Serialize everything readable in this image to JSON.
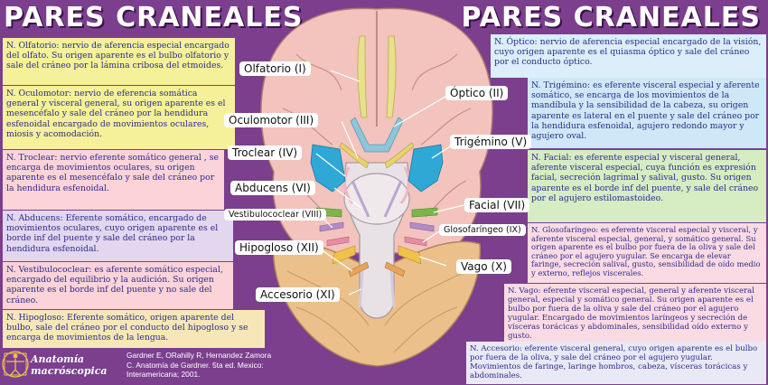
{
  "title_left": "PARES CRANEALES",
  "title_right": "PARES CRANEALES",
  "left_boxes": [
    {
      "text": "N. Olfatorio: nervio de aferencia especial encargado del olfato. Su origen aparente es el bulbo olfatorio y sale del cráneo por la lámina cribosa del etmoides."
    },
    {
      "text": "N. Oculomotor: nervio de eferencia somática general y visceral general, su origen aparente es el mesencéfalo y sale del cráneo por la hendidura esfenoidal encargado de movimientos oculares, miosis y acomodación."
    },
    {
      "text": "N. Troclear: nervio eferente somático general , se encarga de movimientos oculares, su origen aparente es el mesencéfalo y sale del cráneo por la hendidura esfenoidal."
    },
    {
      "text": "N. Abducens: Eferente somático, encargado de movimientos oculares, cuyo origen aparente es el borde inf del puente y sale del cráneo por la hendidura esfenoidal."
    },
    {
      "text": "N. Vestibulococlear: es aferente somático especial, encargado del equilibrio y la audición. Su origen aparente es el borde inf del puente y no sale del cráneo."
    },
    {
      "text": "N. Hipogloso: Eferente somático, origen aparente del bulbo, sale del cráneo por el conducto del hipogloso y se encarga de movimientos de la lengua."
    }
  ],
  "right_boxes": [
    {
      "text": "N. Óptico: nervio de aferencia especial encargado de la visión, cuyo origen aparente es el quiasma óptico y sale del cráneo por el conducto óptico."
    },
    {
      "text": "N. Trigémino: es eferente visceral especial y aferente somático, se encarga de los movimientos de la mandíbula y la sensibilidad de la cabeza, su origen aparente es lateral en el puente y sale del cráneo por la hendidura esfenoidal, agujero redondo mayor y agujero oval."
    },
    {
      "text": "N. Facial: es eferente especial y visceral general, aferente visceral especial, cuya función es expresión facial, secreción lagrimal y salival, gusto. Su origen aparente es el borde inf del puente, y sale del cráneo por el agujero estilomastoideo."
    },
    {
      "text": "N. Glosofaríngeo: es eferente visceral especial y visceral, y aferente visceral especial, general, y somático general. Su origen aparente es el bulbo por fuera de la oliva y sale del cráneo por el agujero yugular. Se encarga de elevar faringe, secreción salival, gusto, sensibilidad de oído medio y externo, reflejos viscerales."
    },
    {
      "text": "N. Vago: eferente visceral especial, general y aferente visceral general, especial y somático general. Su origen aparente es el bulbo por fuera de la oliva y sale del cráneo por el agujero yugular. Encargado de movimientos laríngeos y secreción de vísceras torácicas y abdominales, sensibilidad oído externo y gusto."
    },
    {
      "text": "N. Accesorio: eferente visceral general, cuyo origen aparente es el bulbo por fuera de la oliva, y sale del cráneo por el agujero yugular. Movimientos de faringe, laringe hombros, cabeza, vísceras torácicas y abdominales."
    }
  ],
  "labels": {
    "olfatorio": "Olfatorio (I)",
    "optico": "Óptico (II)",
    "oculomotor": "Oculomotor (III)",
    "troclear": "Troclear (IV)",
    "trigemino": "Trigémino (V)",
    "abducens": "Abducens (VI)",
    "facial": "Facial (VII)",
    "vestibulococlear": "Vestibulococlear (VIII)",
    "glosofaringeo": "Glosofaríngeo (IX)",
    "hipogloso": "Hipogloso (XII)",
    "vago": "Vago (X)",
    "accesorio": "Accesorio (XI)"
  },
  "logo": {
    "line1": "Anatomía",
    "line2": "macróscopica"
  },
  "reference": "Gardner E, ORahilly R, Hernandez Zamora C. Anatomía de Gardner. 5ta ed. Mexico: Interamericana; 2001.",
  "colors": {
    "background": "#7b3f8e",
    "text": "#2b2b8a",
    "olfatorio": "#e8e08c",
    "optico": "#8dc5d9",
    "oculomotor": "#e6d36e",
    "trigemino": "#2fa8d6",
    "facial": "#7ab648",
    "vestibulococlear": "#b38cc6",
    "glosofaringeo": "#e68da4",
    "vago": "#f0c24a",
    "hipogloso": "#f0c24a"
  }
}
